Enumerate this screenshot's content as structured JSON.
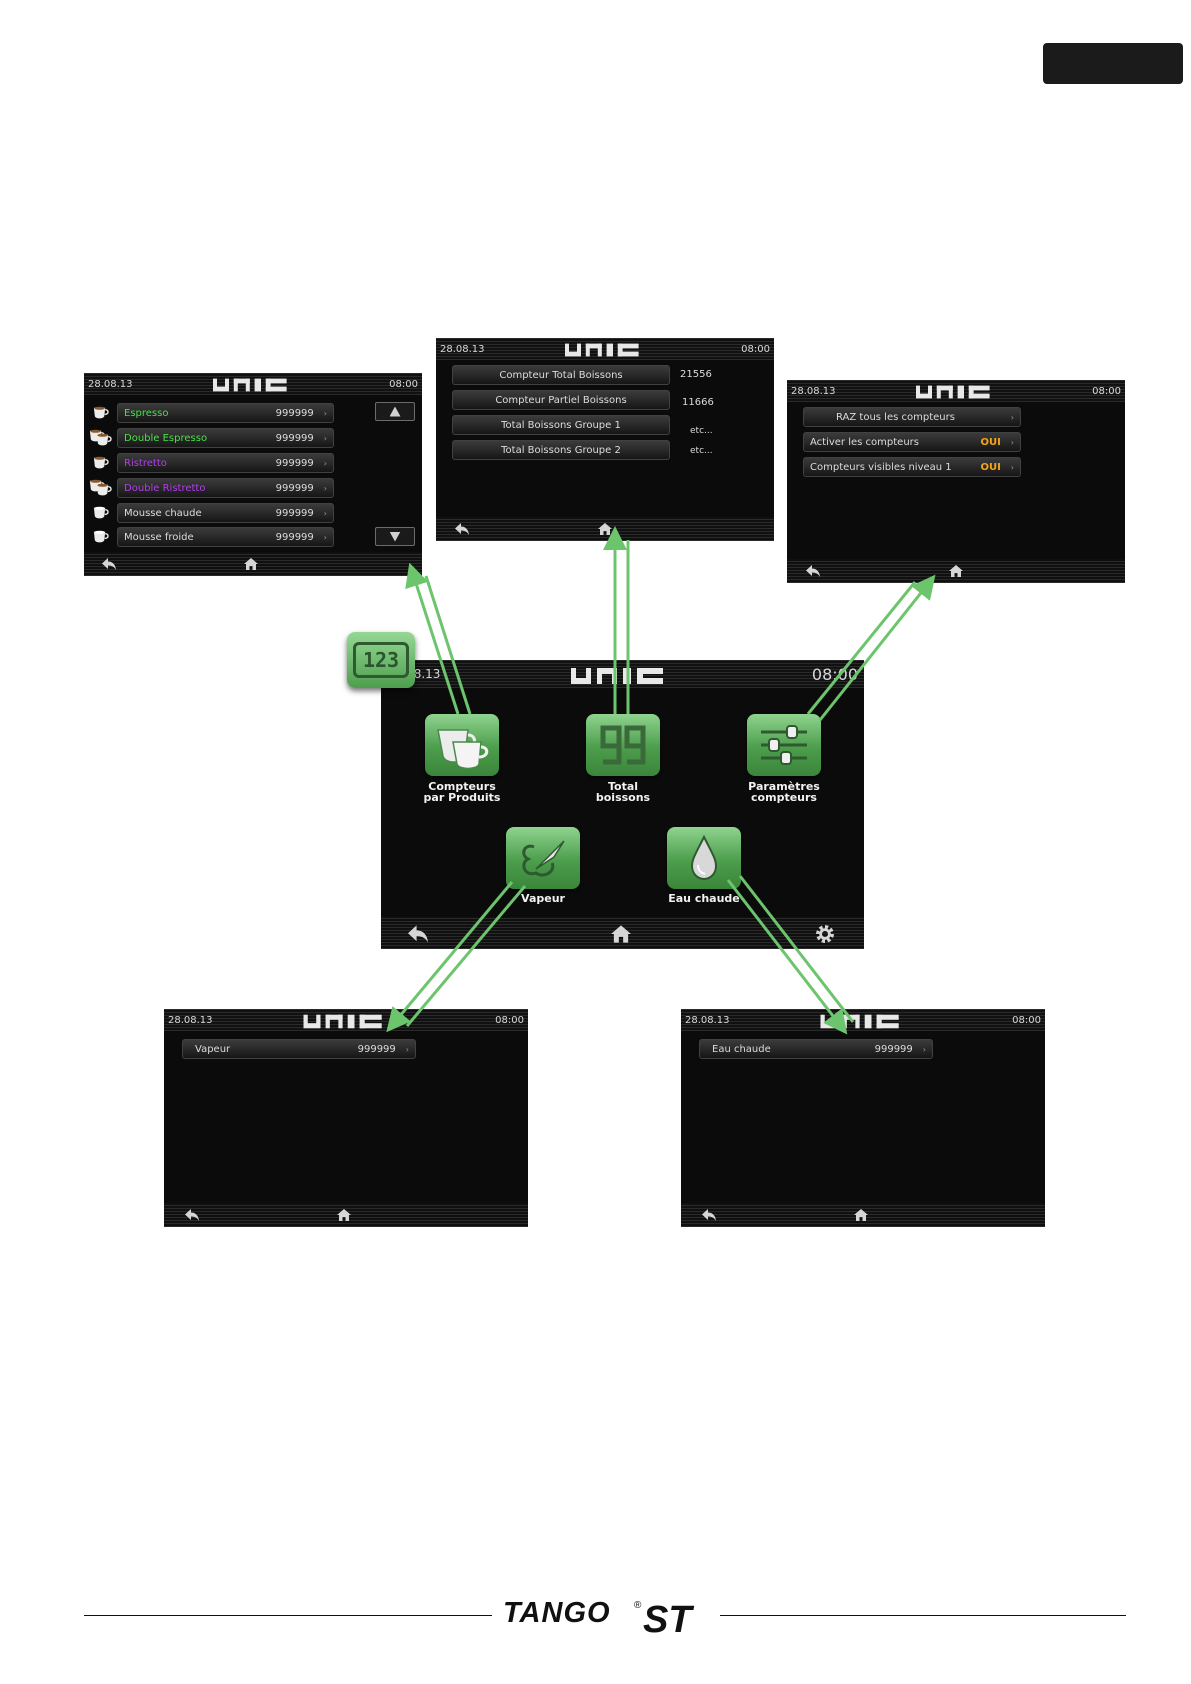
{
  "common": {
    "date": "28.08.13",
    "time": "08:00",
    "brand": "UNIC"
  },
  "screen_products": {
    "rows": [
      {
        "label": "Espresso",
        "count": "999999",
        "color": "#48e048",
        "cup": "double-cup-icon"
      },
      {
        "label": "Double Espresso",
        "count": "999999",
        "color": "#48e048",
        "cup": "double-cup-icon"
      },
      {
        "label": "Ristretto",
        "count": "999999",
        "color": "#b43cf0",
        "cup": "espresso-cup-icon"
      },
      {
        "label": "Double Ristretto",
        "count": "999999",
        "color": "#b43cf0",
        "cup": "double-cup-icon"
      },
      {
        "label": "Mousse chaude",
        "count": "999999",
        "color": "#e6e6e6",
        "cup": "white-cup-icon"
      },
      {
        "label": "Mousse froide",
        "count": "999999",
        "color": "#e6e6e6",
        "cup": "white-cup-icon"
      }
    ]
  },
  "screen_totals": {
    "rows": [
      {
        "label": "Compteur Total Boissons",
        "value": "21556"
      },
      {
        "label": "Compteur Partiel Boissons",
        "value": "11666"
      },
      {
        "label": "Total Boissons Groupe 1",
        "value": "etc..."
      },
      {
        "label": "Total Boissons Groupe 2",
        "value": "etc..."
      }
    ]
  },
  "screen_params": {
    "rows": [
      {
        "label": "RAZ tous les compteurs",
        "value": ""
      },
      {
        "label": "Activer les compteurs",
        "value": "OUI"
      },
      {
        "label": "Compteurs visibles niveau 1",
        "value": "OUI"
      }
    ]
  },
  "screen_menu": {
    "tiles": [
      {
        "line1": "Compteurs",
        "line2": "par Produits",
        "icon": "cups-icon"
      },
      {
        "line1": "Total",
        "line2": "boissons",
        "icon": "digits-99-icon"
      },
      {
        "line1": "Paramètres",
        "line2": "compteurs",
        "icon": "sliders-icon"
      },
      {
        "line1": "Vapeur",
        "line2": "",
        "icon": "steam-icon"
      },
      {
        "line1": "Eau chaude",
        "line2": "",
        "icon": "water-drop-icon"
      }
    ]
  },
  "screen_vapeur": {
    "label": "Vapeur",
    "count": "999999"
  },
  "screen_eau": {
    "label": "Eau chaude",
    "count": "999999"
  },
  "badge": {
    "label": "123"
  },
  "footer": {
    "brand": "TANGO",
    "model": "ST",
    "reg": "®"
  },
  "colors": {
    "arrow": "#6cc46c",
    "tile": "#5aaa5a",
    "value_highlight": "#f3a51a"
  }
}
